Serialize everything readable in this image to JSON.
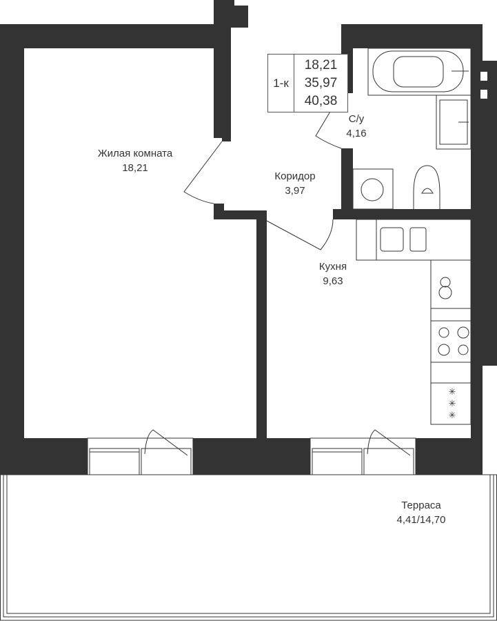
{
  "apartment": {
    "type": "1-к",
    "areas": [
      "18,21",
      "35,97",
      "40,38"
    ]
  },
  "rooms": [
    {
      "name": "Жилая комната",
      "area": "18,21"
    },
    {
      "name": "Коридор",
      "area": "3,97"
    },
    {
      "name": "С/у",
      "area": "4,16"
    },
    {
      "name": "Кухня",
      "area": "9,63"
    },
    {
      "name": "Терраса",
      "area": "4,41/14,70"
    }
  ],
  "colors": {
    "wall": "#333333"
  }
}
